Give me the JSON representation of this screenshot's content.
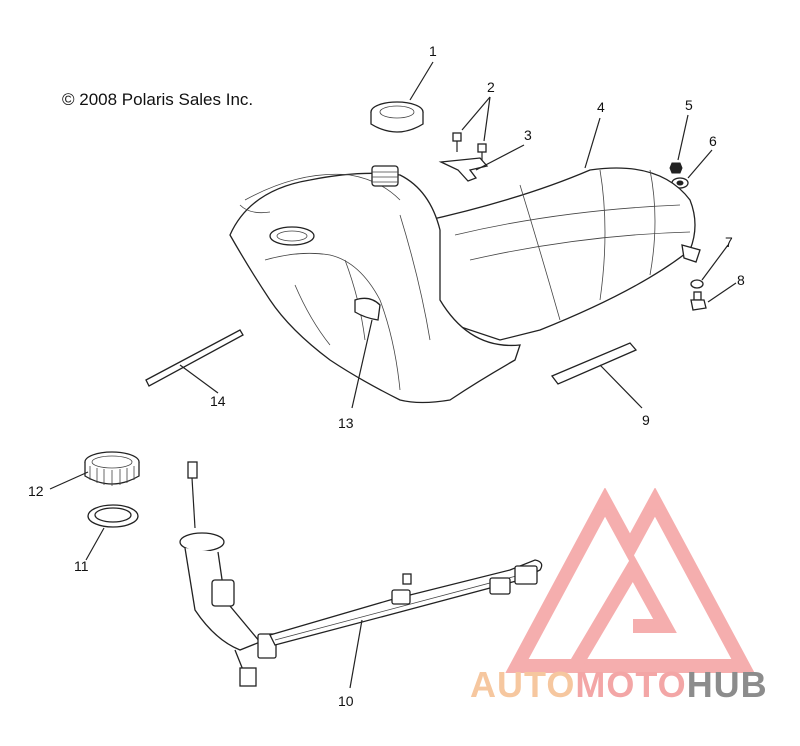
{
  "copyright": "© 2008 Polaris Sales Inc.",
  "callouts": [
    "1",
    "2",
    "3",
    "4",
    "5",
    "6",
    "7",
    "8",
    "9",
    "10",
    "11",
    "12",
    "13",
    "14"
  ],
  "watermark": {
    "auto": "AUTO",
    "moto": "MOTO",
    "hub": "HUB",
    "colors": {
      "auto": "#f6c79f",
      "moto": "#f3a6a6",
      "hub": "#8c8c8c",
      "logo": "#f4a0a0"
    }
  }
}
